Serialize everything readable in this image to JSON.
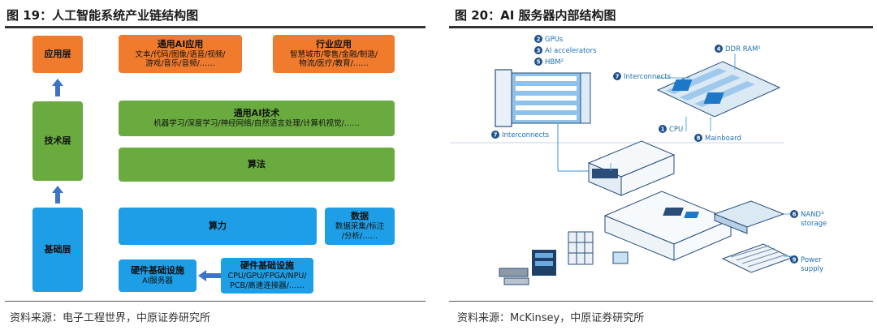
{
  "left": {
    "title": "图 19：人工智能系统产业链结构图",
    "source": "资料来源：电子工程世界，中原证券研究所",
    "layers": {
      "app": "应用层",
      "tech": "技术层",
      "base": "基础层"
    },
    "boxes": {
      "general_app": {
        "title": "通用AI应用",
        "lines": [
          "文本/代码/图像/语音/视频/",
          "游戏/音乐/音频/……"
        ]
      },
      "industry_app": {
        "title": "行业应用",
        "lines": [
          "智慧城市/零售/金融/制造/",
          "物流/医疗/教育/……"
        ]
      },
      "general_tech": {
        "title": "通用AI技术",
        "lines": [
          "机器学习/深度学习/神经网络/自然语言处理/计算机视觉/……"
        ]
      },
      "algorithm": {
        "title": "算法"
      },
      "compute": {
        "title": "算力"
      },
      "data": {
        "title": "数据",
        "lines": [
          "数据采集/标注",
          "/分析/……"
        ]
      },
      "hw_infra_1": {
        "title": "硬件基础设施",
        "lines": [
          "AI服务器"
        ]
      },
      "hw_infra_2": {
        "title": "硬件基础设施",
        "lines": [
          "CPU/GPU/FPGA/NPU/",
          "PCB/高速连接器/……"
        ]
      }
    },
    "colors": {
      "orange": "#f07b2c",
      "green": "#6aab3f",
      "blue": "#1e9ee6"
    }
  },
  "right": {
    "title": "图 20：AI 服务器内部结构图",
    "source": "资料来源：McKinsey，中原证券研究所",
    "labels": {
      "gpus": {
        "num": "2",
        "text": "GPUs"
      },
      "ai_acc": {
        "num": "3",
        "text": "AI accelerators"
      },
      "hbm": {
        "num": "5",
        "text": "HBM²"
      },
      "interconnects_left": {
        "num": "7",
        "text": "Interconnects"
      },
      "ddr": {
        "num": "4",
        "text": "DDR RAM¹"
      },
      "interconnects_right": {
        "num": "7",
        "text": "Interconnects"
      },
      "cpu": {
        "num": "1",
        "text": "CPU"
      },
      "mainboard": {
        "num": "8",
        "text": "Mainboard"
      },
      "nand": {
        "num": "6",
        "text": "NAND³"
      },
      "nand2": {
        "text": "storage"
      },
      "power": {
        "num": "9",
        "text": "Power"
      },
      "power2": {
        "text": "supply"
      }
    }
  }
}
